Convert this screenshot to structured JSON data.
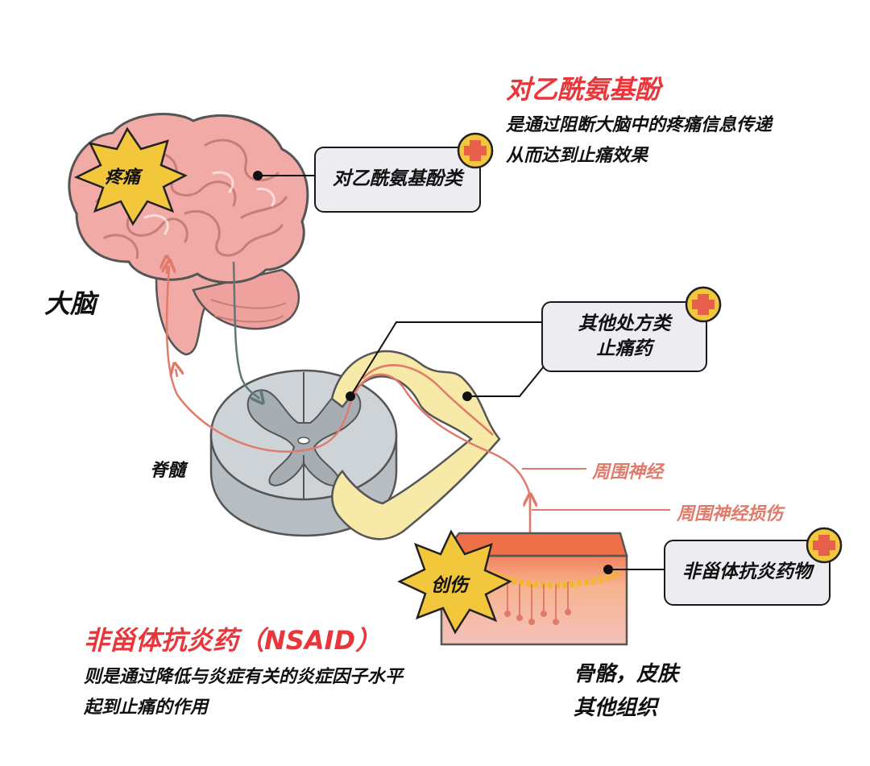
{
  "acetaminophen": {
    "title": "对乙酰氨基酚",
    "desc_line1": "是通过阻断大脑中的疼痛信息传递",
    "desc_line2": "从而达到止痛效果"
  },
  "nsaid": {
    "title": "非甾体抗炎药（NSAID）",
    "desc_line1": "则是通过降低与炎症有关的炎症因子水平",
    "desc_line2": "起到止痛的作用"
  },
  "labels": {
    "pain": "疼痛",
    "brain": "大脑",
    "spinal_cord": "脊髓",
    "injury": "创伤",
    "peripheral_nerve": "周围神经",
    "peripheral_nerve_injury": "周围神经损伤",
    "tissue_line1": "骨骼，皮肤",
    "tissue_line2": "其他组织"
  },
  "boxes": {
    "acetaminophen_class": "对乙酰氨基酚类",
    "other_rx_line1": "其他处方类",
    "other_rx_line2": "止痛药",
    "nsaid_drugs": "非甾体抗炎药物"
  },
  "colors": {
    "title_red": "#e8363b",
    "brain_pink": "#f2a6a2",
    "nerve_yellow": "#f7e9a8",
    "badge_yellow": "#f2c73b",
    "signal_red": "#e07a6a",
    "cord_gray": "#c9ced3"
  },
  "icons": [
    "starburst-pain-icon",
    "starburst-injury-icon",
    "medical-plus-badge-icon"
  ]
}
